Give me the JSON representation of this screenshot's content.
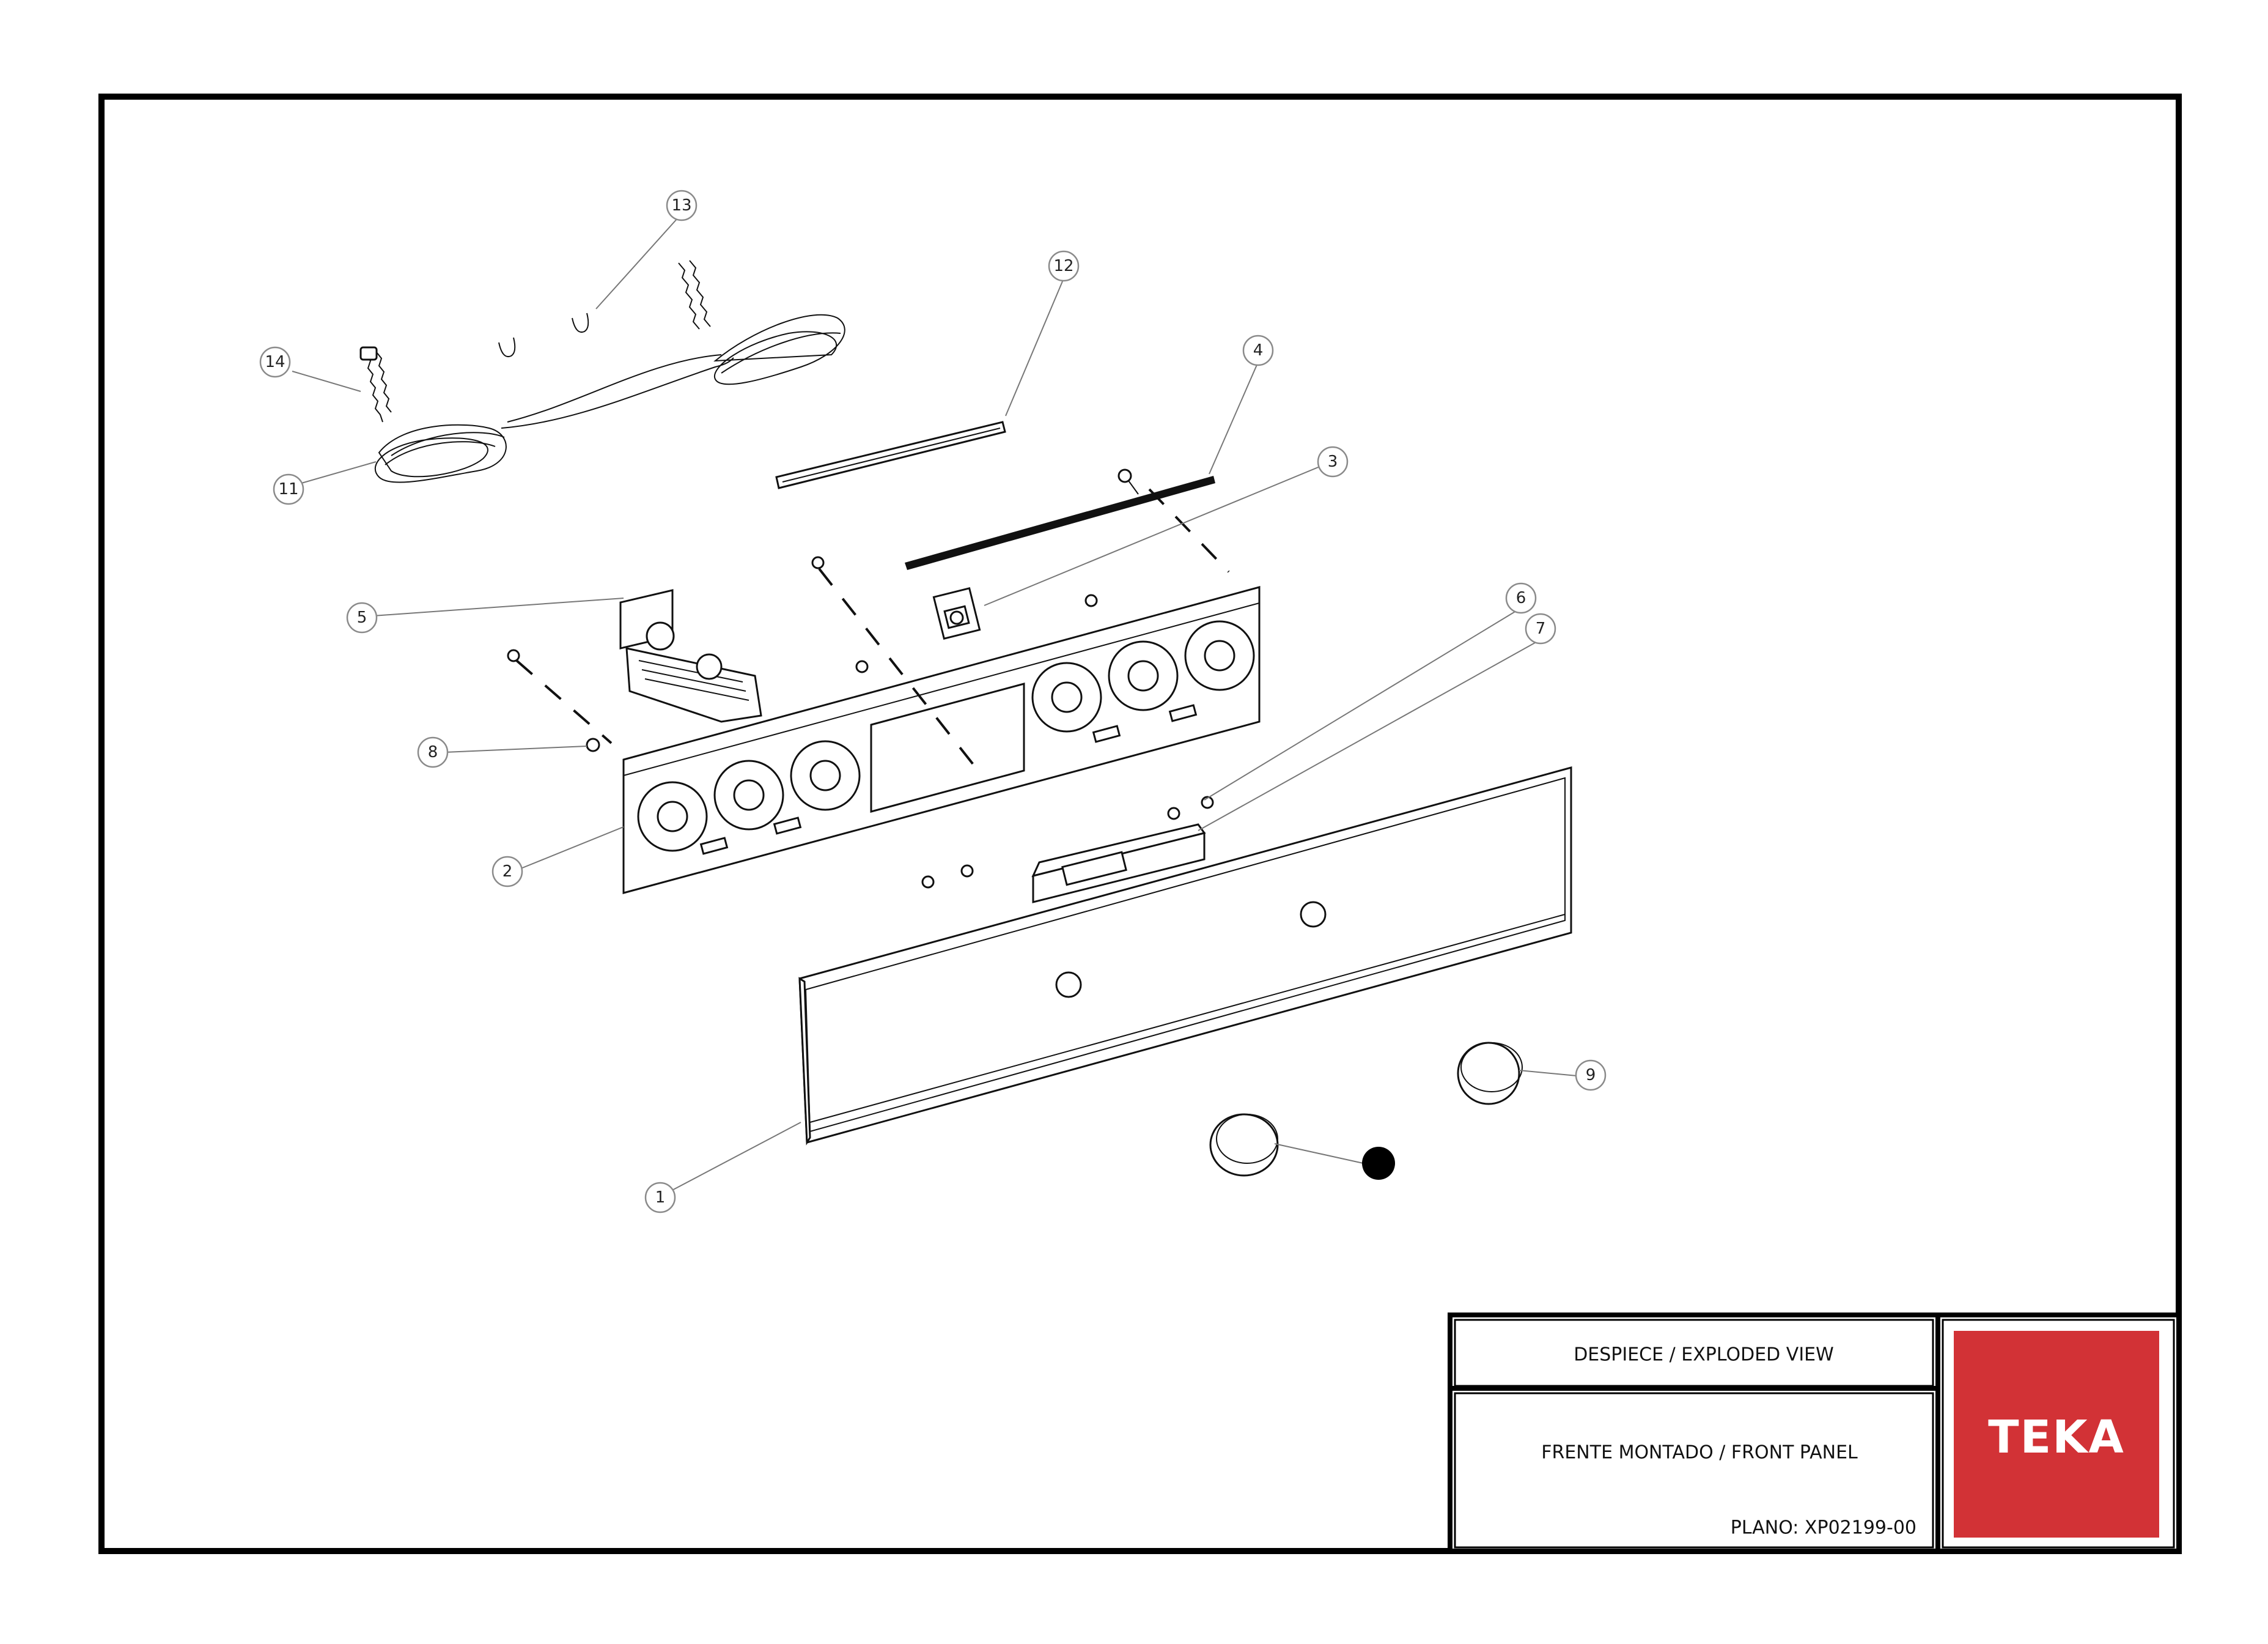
{
  "title_block": {
    "view_title": "DESPIECE / EXPLODED VIEW",
    "assembly_title": "FRENTE MONTADO / FRONT PANEL",
    "drawing_code": "PLANO: XP02199-00",
    "brand": "TEKA",
    "brand_color": "#d23236"
  },
  "callouts": [
    "1",
    "2",
    "3",
    "4",
    "5",
    "6",
    "7",
    "8",
    "9",
    "11",
    "12",
    "13",
    "14"
  ]
}
